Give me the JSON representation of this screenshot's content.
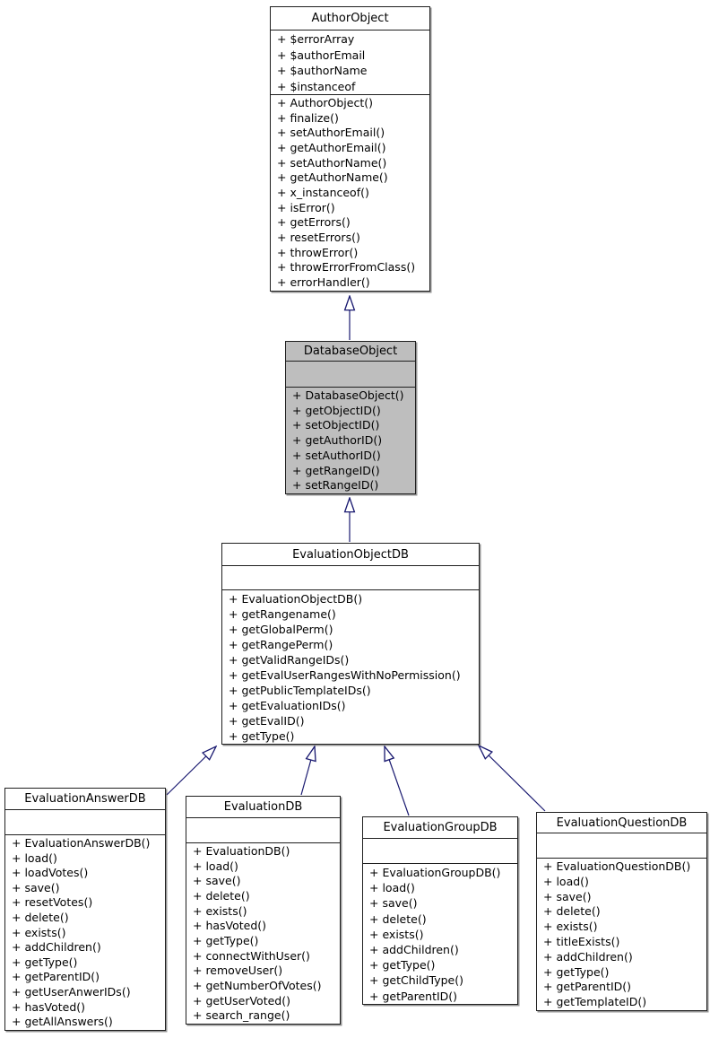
{
  "diagram": {
    "kind": "uml-class-inheritance-graph"
  },
  "colors": {
    "arrow": "#191970",
    "border": "#1f1f1f",
    "box_fill": "#ffffff",
    "highlight_fill": "#bebebe",
    "text": "#000000",
    "page_bg": "#ffffff"
  },
  "classes": [
    {
      "name": "AuthorObject",
      "highlighted": false,
      "attributes": [
        "+ $errorArray",
        "+ $authorEmail",
        "+ $authorName",
        "+ $instanceof"
      ],
      "methods": [
        "+ AuthorObject()",
        "+ finalize()",
        "+ setAuthorEmail()",
        "+ getAuthorEmail()",
        "+ setAuthorName()",
        "+ getAuthorName()",
        "+ x_instanceof()",
        "+ isError()",
        "+ getErrors()",
        "+ resetErrors()",
        "+ throwError()",
        "+ throwErrorFromClass()",
        "+ errorHandler()"
      ]
    },
    {
      "name": "DatabaseObject",
      "highlighted": true,
      "attributes": [],
      "methods": [
        "+ DatabaseObject()",
        "+ getObjectID()",
        "+ setObjectID()",
        "+ getAuthorID()",
        "+ setAuthorID()",
        "+ getRangeID()",
        "+ setRangeID()"
      ]
    },
    {
      "name": "EvaluationObjectDB",
      "highlighted": false,
      "attributes": [],
      "methods": [
        "+ EvaluationObjectDB()",
        "+ getRangename()",
        "+ getGlobalPerm()",
        "+ getRangePerm()",
        "+ getValidRangeIDs()",
        "+ getEvalUserRangesWithNoPermission()",
        "+ getPublicTemplateIDs()",
        "+ getEvaluationIDs()",
        "+ getEvalID()",
        "+ getType()"
      ]
    },
    {
      "name": "EvaluationAnswerDB",
      "highlighted": false,
      "attributes": [],
      "methods": [
        "+ EvaluationAnswerDB()",
        "+ load()",
        "+ loadVotes()",
        "+ save()",
        "+ resetVotes()",
        "+ delete()",
        "+ exists()",
        "+ addChildren()",
        "+ getType()",
        "+ getParentID()",
        "+ getUserAnwerIDs()",
        "+ hasVoted()",
        "+ getAllAnswers()"
      ]
    },
    {
      "name": "EvaluationDB",
      "highlighted": false,
      "attributes": [],
      "methods": [
        "+ EvaluationDB()",
        "+ load()",
        "+ save()",
        "+ delete()",
        "+ exists()",
        "+ hasVoted()",
        "+ getType()",
        "+ connectWithUser()",
        "+ removeUser()",
        "+ getNumberOfVotes()",
        "+ getUserVoted()",
        "+ search_range()"
      ]
    },
    {
      "name": "EvaluationGroupDB",
      "highlighted": false,
      "attributes": [],
      "methods": [
        "+ EvaluationGroupDB()",
        "+ load()",
        "+ save()",
        "+ delete()",
        "+ exists()",
        "+ addChildren()",
        "+ getType()",
        "+ getChildType()",
        "+ getParentID()"
      ]
    },
    {
      "name": "EvaluationQuestionDB",
      "highlighted": false,
      "attributes": [],
      "methods": [
        "+ EvaluationQuestionDB()",
        "+ load()",
        "+ save()",
        "+ delete()",
        "+ exists()",
        "+ titleExists()",
        "+ addChildren()",
        "+ getType()",
        "+ getParentID()",
        "+ getTemplateID()"
      ]
    }
  ],
  "relations": [
    {
      "from": "DatabaseObject",
      "to": "AuthorObject",
      "type": "inheritance"
    },
    {
      "from": "EvaluationObjectDB",
      "to": "DatabaseObject",
      "type": "inheritance"
    },
    {
      "from": "EvaluationAnswerDB",
      "to": "EvaluationObjectDB",
      "type": "inheritance"
    },
    {
      "from": "EvaluationDB",
      "to": "EvaluationObjectDB",
      "type": "inheritance"
    },
    {
      "from": "EvaluationGroupDB",
      "to": "EvaluationObjectDB",
      "type": "inheritance"
    },
    {
      "from": "EvaluationQuestionDB",
      "to": "EvaluationObjectDB",
      "type": "inheritance"
    }
  ]
}
